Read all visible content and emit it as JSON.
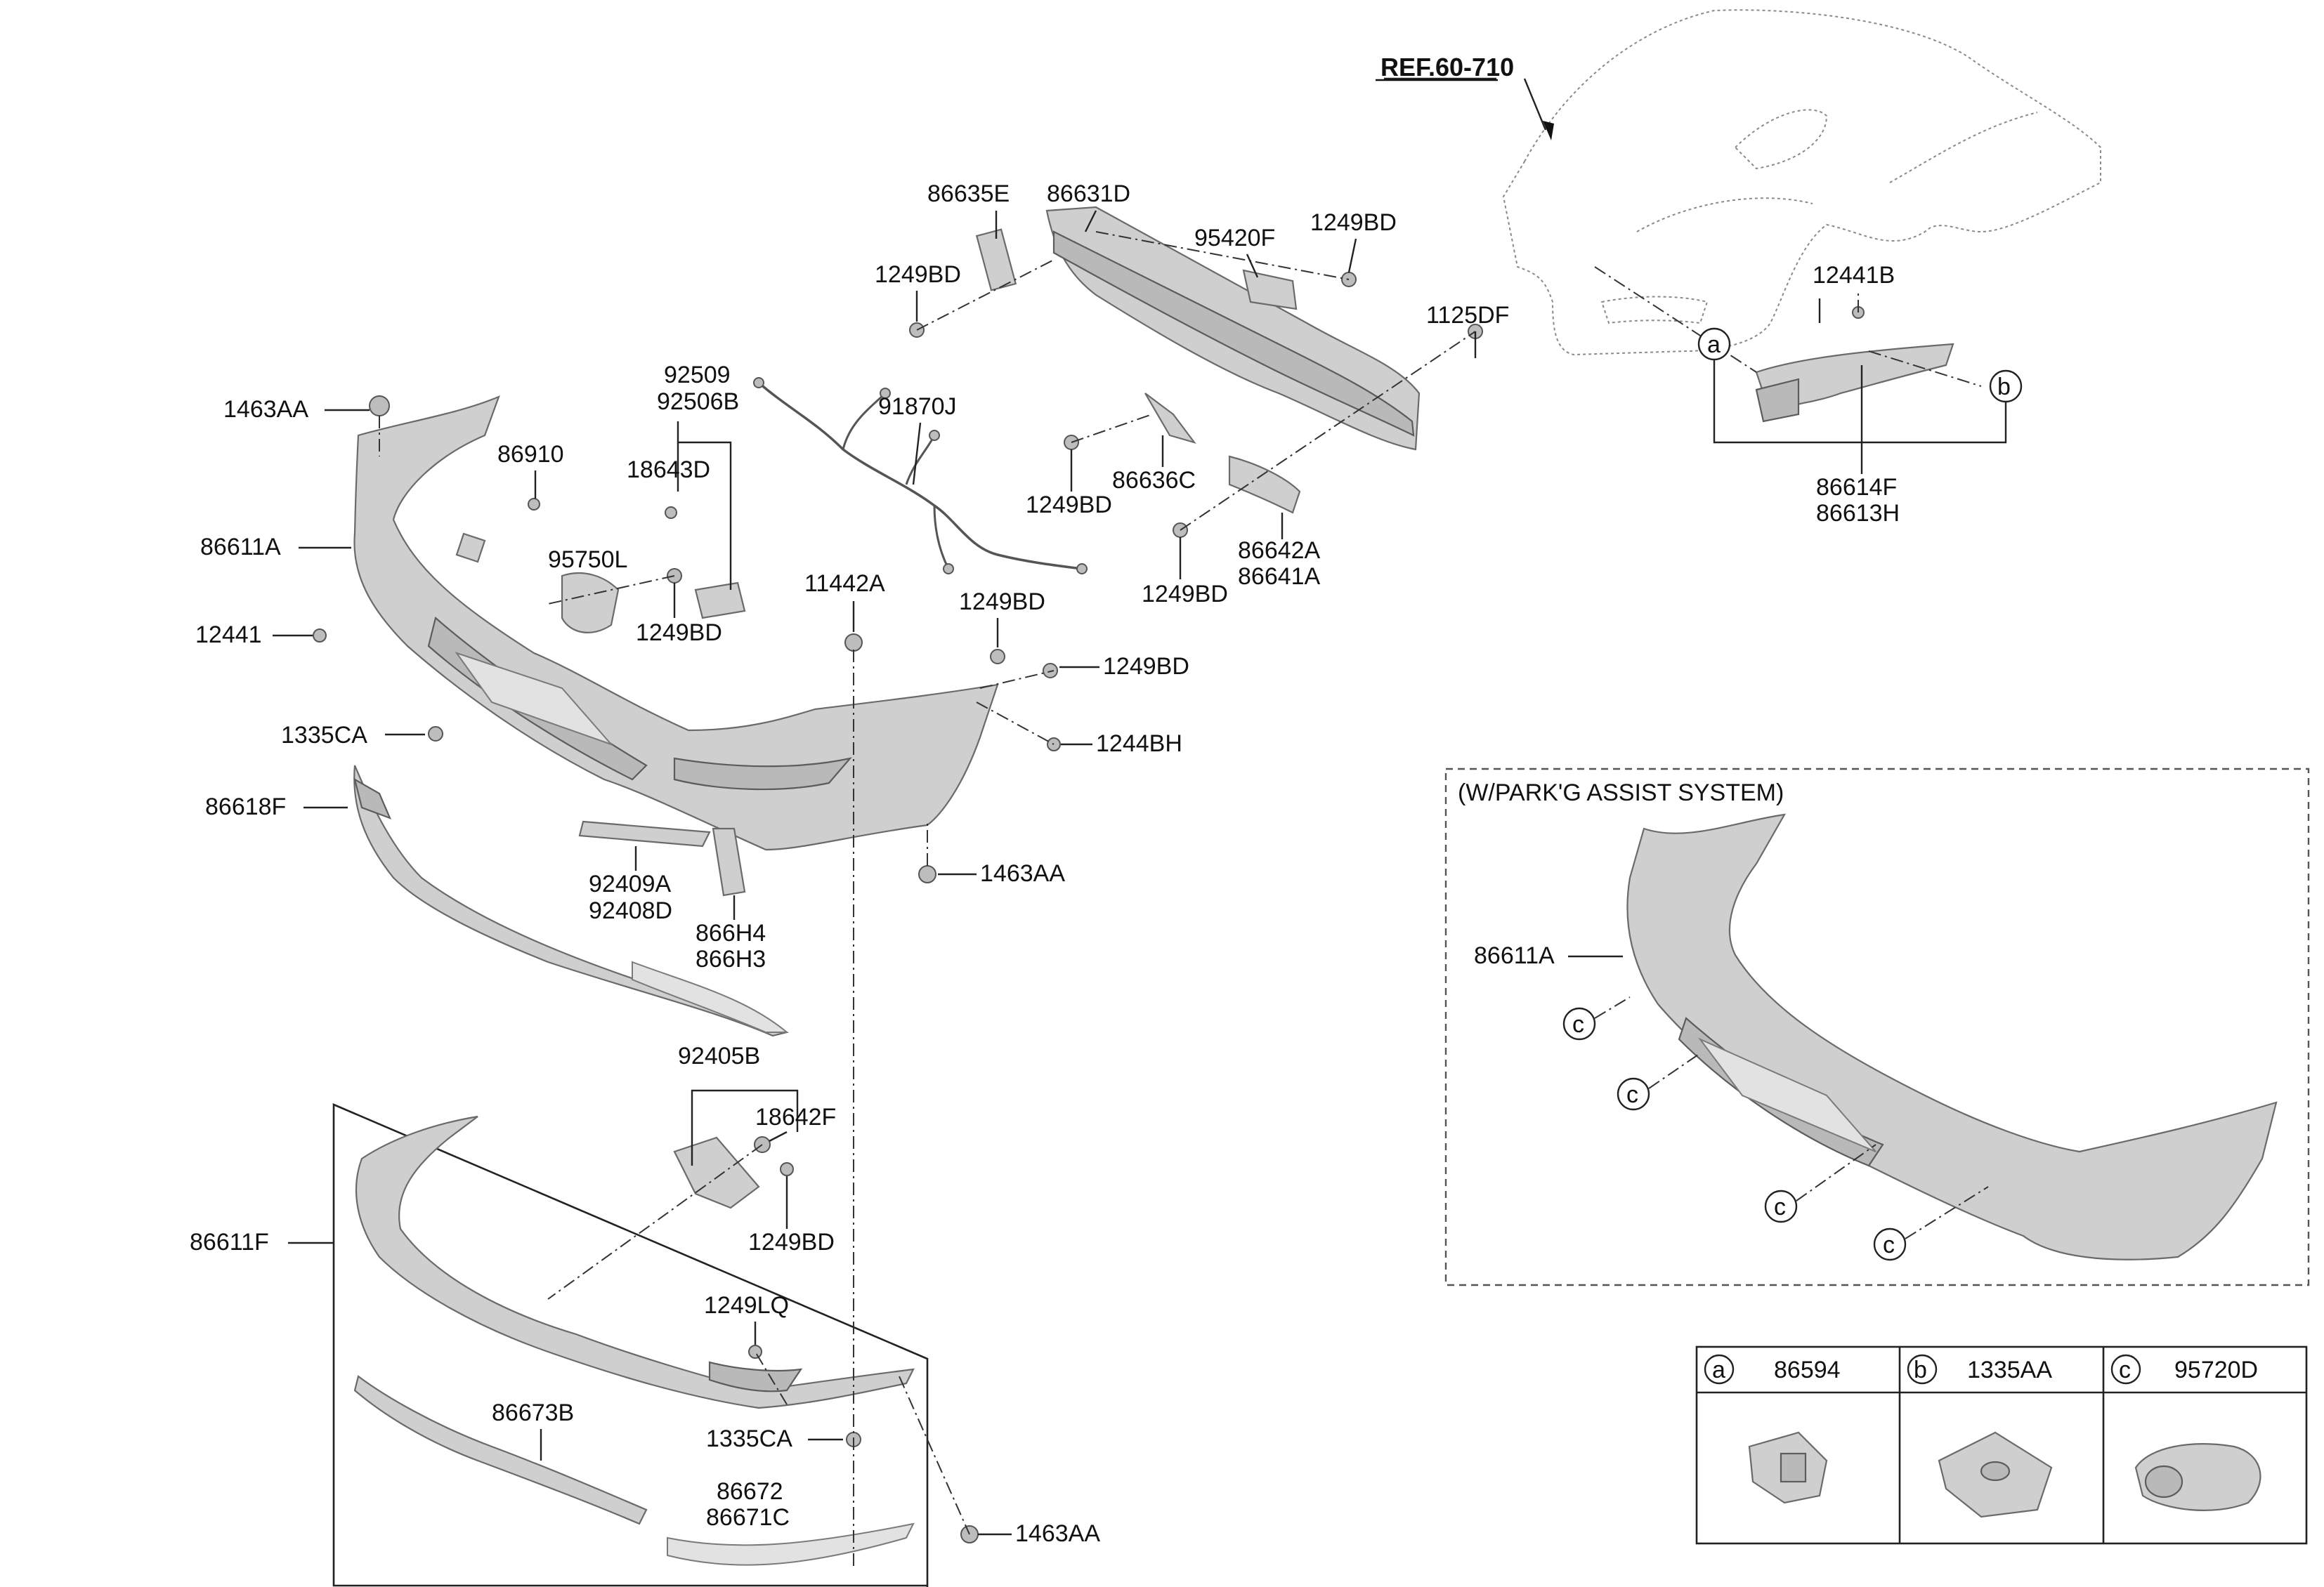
{
  "reference": {
    "label": "REF.60-710"
  },
  "labels": {
    "l_86635E": "86635E",
    "l_86631D": "86631D",
    "l_95420F": "95420F",
    "l_1249BD_a": "1249BD",
    "l_1249BD_b": "1249BD",
    "l_1125DF": "1125DF",
    "l_12441B": "12441B",
    "l_92509": "92509",
    "l_92506B": "92506B",
    "l_91870J": "91870J",
    "l_1463AA_a": "1463AA",
    "l_86910": "86910",
    "l_18643D": "18643D",
    "l_86611A": "86611A",
    "l_95750L": "95750L",
    "l_1249BD_c": "1249BD",
    "l_12441": "12441",
    "l_1249BD_d": "1249BD",
    "l_86636C": "86636C",
    "l_86642A": "86642A",
    "l_86641A": "86641A",
    "l_1249BD_e": "1249BD",
    "l_86614F": "86614F",
    "l_86613H": "86613H",
    "l_11442A": "11442A",
    "l_1249BD_f": "1249BD",
    "l_1249BD_g": "1249BD",
    "l_1335CA_a": "1335CA",
    "l_1244BH": "1244BH",
    "l_86618F": "86618F",
    "l_1463AA_b": "1463AA",
    "l_92409A": "92409A",
    "l_92408D": "92408D",
    "l_866H4": "866H4",
    "l_866H3": "866H3",
    "l_92405B": "92405B",
    "l_18642F": "18642F",
    "l_86611F": "86611F",
    "l_1249BD_h": "1249BD",
    "l_1249LQ": "1249LQ",
    "l_86673B": "86673B",
    "l_1335CA_b": "1335CA",
    "l_86672": "86672",
    "l_86671C": "86671C",
    "l_1463AA_c": "1463AA"
  },
  "park_assist": {
    "title": "(W/PARK'G ASSIST SYSTEM)",
    "bumper_label": "86611A",
    "callout": "c"
  },
  "callouts": {
    "a": "a",
    "b": "b"
  },
  "legend": [
    {
      "key": "a",
      "part": "86594"
    },
    {
      "key": "b",
      "part": "1335AA"
    },
    {
      "key": "c",
      "part": "95720D"
    }
  ]
}
